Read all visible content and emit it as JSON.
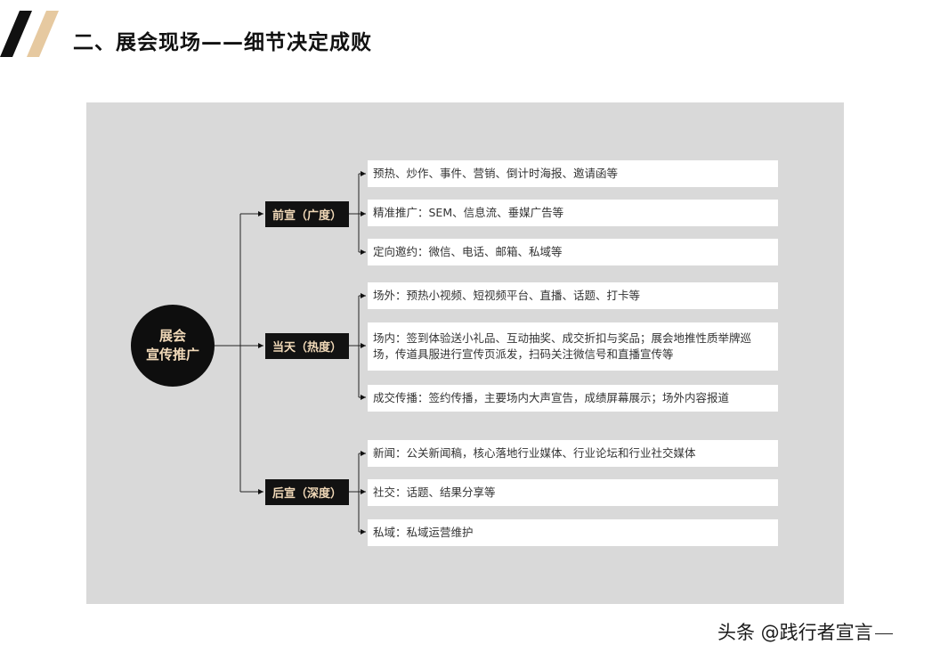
{
  "header": {
    "title": "二、展会现场——细节决定成败",
    "accent_colors": [
      "#111111",
      "#e6c9a0"
    ]
  },
  "diagram": {
    "root": {
      "line1": "展会",
      "line2": "宣传推广"
    },
    "branches": [
      {
        "label": "前宣（广度）",
        "items": [
          "预热、炒作、事件、营销、倒计时海报、邀请函等",
          "精准推广：SEM、信息流、垂媒广告等",
          "定向邀约：微信、电话、邮箱、私域等"
        ]
      },
      {
        "label": "当天（热度）",
        "items": [
          "场外：预热小视频、短视频平台、直播、话题、打卡等",
          "场内：签到体验送小礼品、互动抽奖、成交折扣与奖品；展会地推性质举牌巡场，传道具服进行宣传页派发，扫码关注微信号和直播宣传等",
          "成交传播：签约传播，主要场内大声宣告，成绩屏幕展示；场外内容报道"
        ]
      },
      {
        "label": "后宣（深度）",
        "items": [
          "新闻：公关新闻稿，核心落地行业媒体、行业论坛和行业社交媒体",
          "社交：话题、结果分享等",
          "私域：私域运营维护"
        ]
      }
    ],
    "colors": {
      "panel": "#d9d9d9",
      "node_fill": "#121212",
      "node_text": "#f1d9b8",
      "leaf_fill": "#ffffff"
    }
  },
  "watermark": {
    "text": "头条 @践行者宣言"
  }
}
